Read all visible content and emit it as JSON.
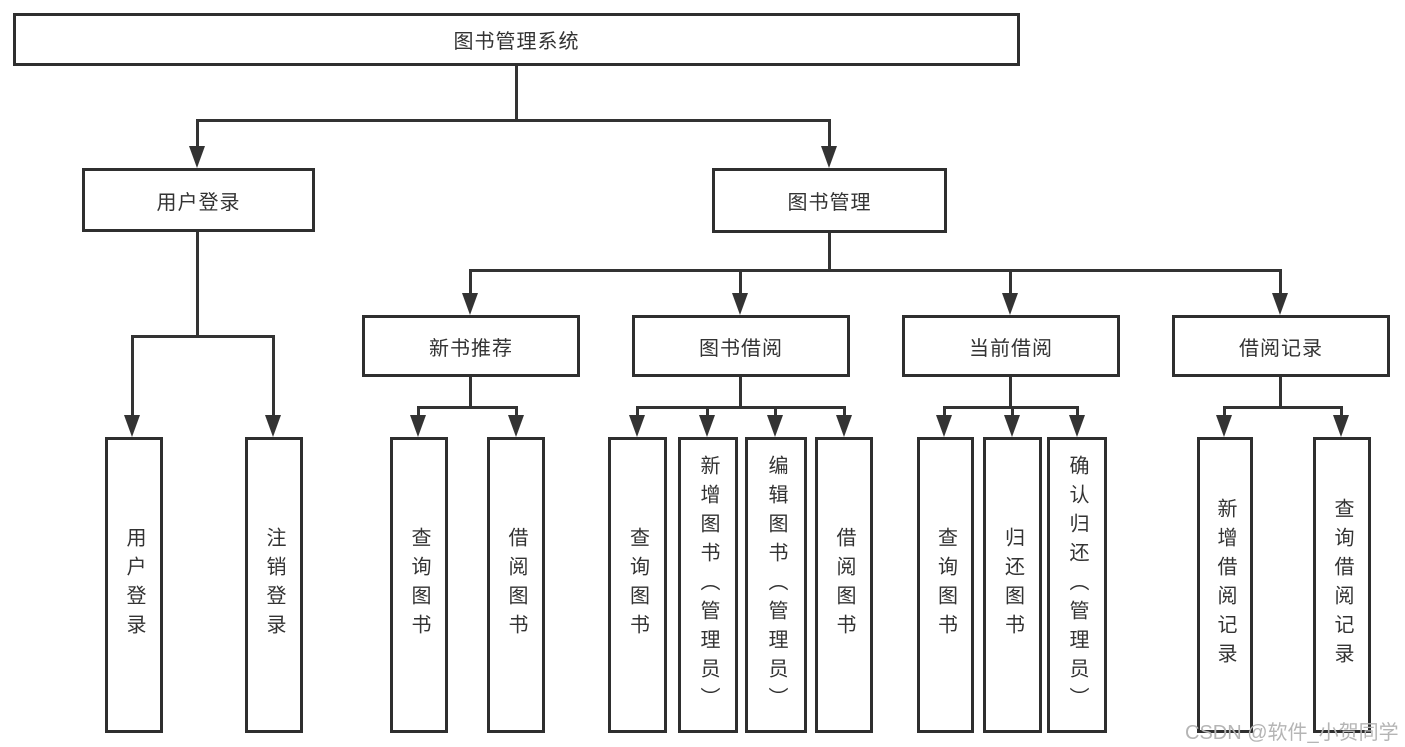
{
  "tree": {
    "root": {
      "label": "图书管理系统"
    },
    "branches": [
      {
        "label": "用户登录",
        "children": [
          {
            "label": "用户登录"
          },
          {
            "label": "注销登录"
          }
        ]
      },
      {
        "label": "图书管理",
        "children": [
          {
            "label": "新书推荐",
            "children": [
              {
                "label": "查询图书"
              },
              {
                "label": "借阅图书"
              }
            ]
          },
          {
            "label": "图书借阅",
            "children": [
              {
                "label": "查询图书"
              },
              {
                "label": "新增图书（管理员）"
              },
              {
                "label": "编辑图书（管理员）"
              },
              {
                "label": "借阅图书"
              }
            ]
          },
          {
            "label": "当前借阅",
            "children": [
              {
                "label": "查询图书"
              },
              {
                "label": "归还图书"
              },
              {
                "label": "确认归还（管理员）"
              }
            ]
          },
          {
            "label": "借阅记录",
            "children": [
              {
                "label": "新增借阅记录"
              },
              {
                "label": "查询借阅记录"
              }
            ]
          }
        ]
      }
    ]
  },
  "watermark": {
    "text": "CSDN @软件_小贺同学"
  },
  "colors": {
    "line": "#333333",
    "border": "#2f2f2f",
    "text": "#333333",
    "bg": "#ffffff",
    "watermark": "#b5b5b5"
  }
}
